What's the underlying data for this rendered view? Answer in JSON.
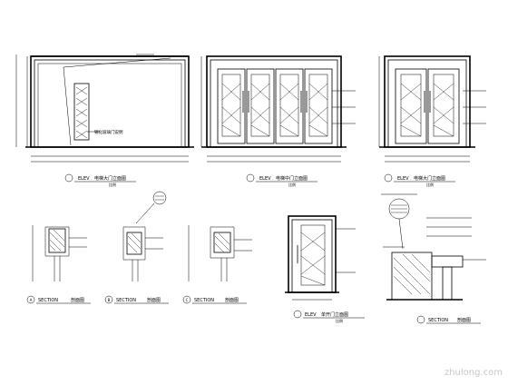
{
  "drawing": {
    "elevations": [
      {
        "id": "elev-1",
        "tag": "ELEV",
        "caption": "电梯大门立面图",
        "scale": "比例"
      },
      {
        "id": "elev-2",
        "tag": "ELEV",
        "caption": "电梯中门立面图",
        "scale": "比例"
      },
      {
        "id": "elev-3",
        "tag": "ELEV",
        "caption": "电梯大门立面图",
        "scale": "比例"
      }
    ],
    "sections": [
      {
        "id": "sec-a",
        "label": "SECTION",
        "caption": "剖面图",
        "mark": "A"
      },
      {
        "id": "sec-b",
        "label": "SECTION",
        "caption": "剖面图",
        "mark": "B"
      },
      {
        "id": "sec-c",
        "label": "SECTION",
        "caption": "剖面图",
        "mark": "C"
      }
    ],
    "door_detail": {
      "tag": "ELEV",
      "caption": "单开门立面图",
      "scale": "比例"
    },
    "big_section": {
      "label": "SECTION",
      "caption": "剖面图"
    },
    "left_note": "钢化玻璃门说明",
    "watermark": "zhulong.com"
  }
}
